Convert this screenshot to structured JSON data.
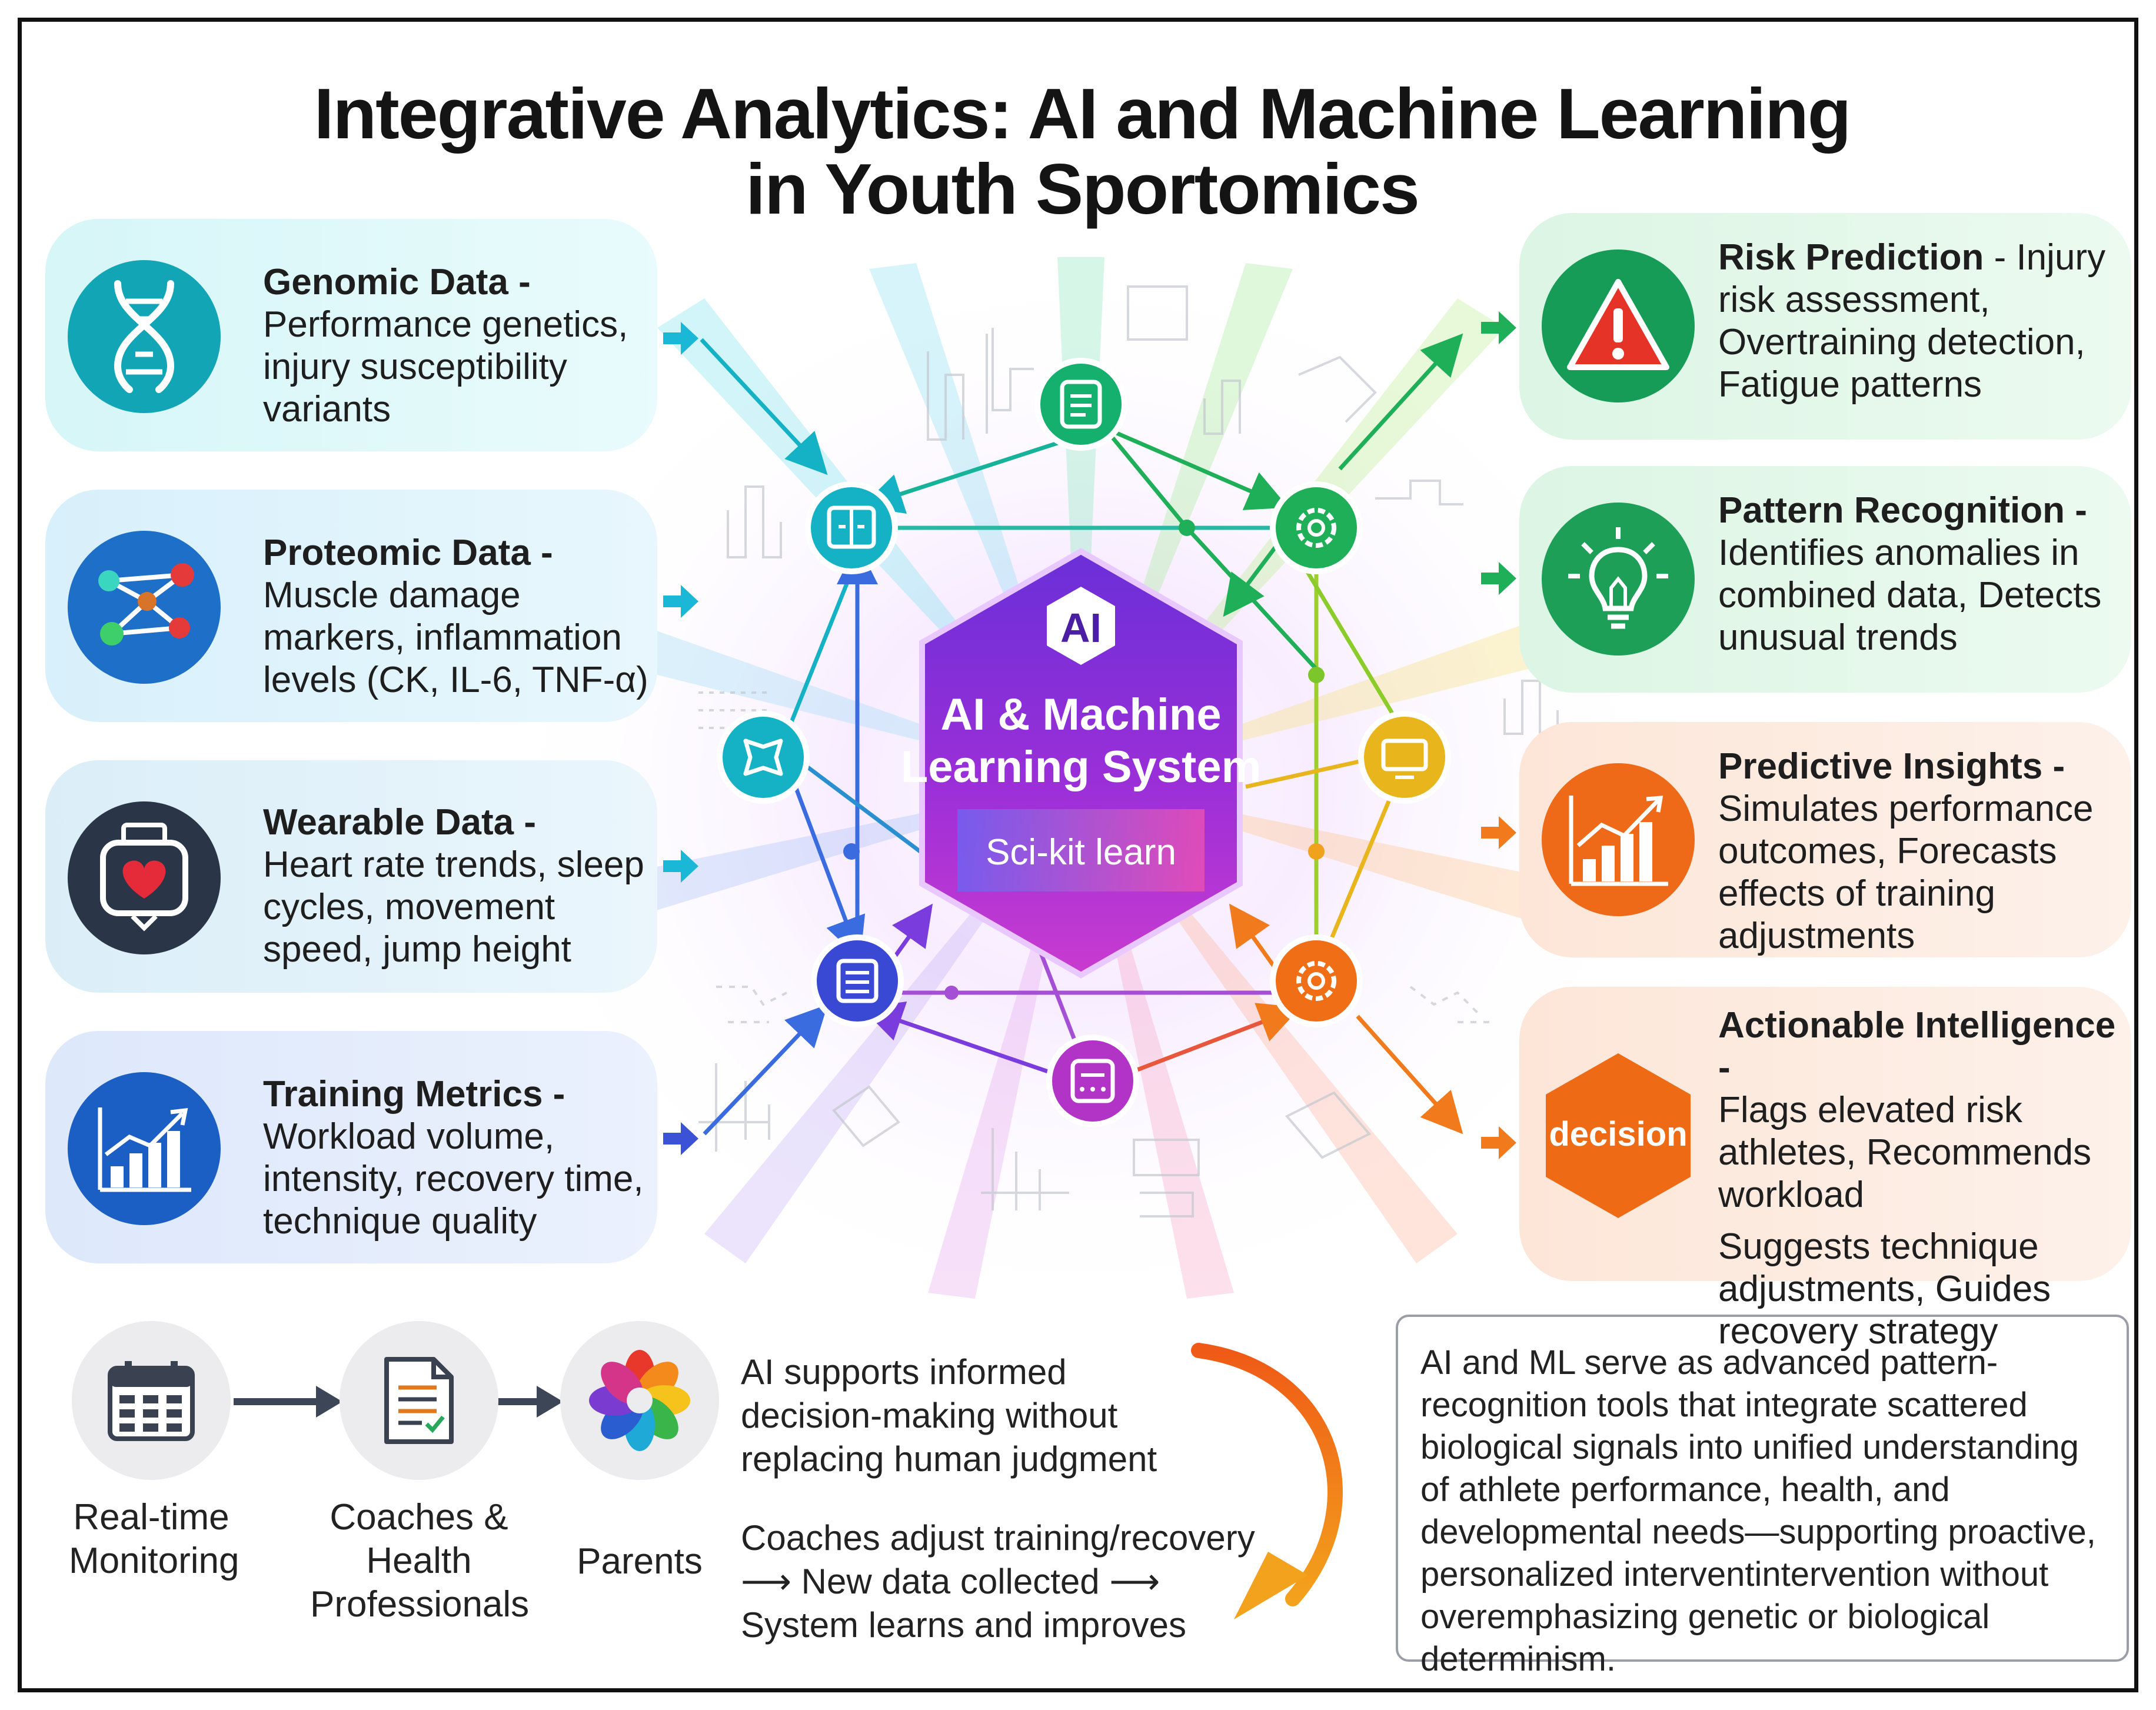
{
  "title": {
    "line1": "Integrative Analytics: AI and Machine Learning",
    "line2": "in Youth Sportomics"
  },
  "inputs": [
    {
      "title": "Genomic Data -",
      "desc": "Performance genetics, injury susceptibility variants",
      "icon": "dna-icon",
      "color": "#1aa3b8"
    },
    {
      "title": "Proteomic Data -",
      "desc": "Muscle damage markers, inflammation levels (CK, IL-6, TNF-α)",
      "icon": "molecule-network-icon",
      "color": "#1f74c9"
    },
    {
      "title": "Wearable Data -",
      "desc": "Heart rate trends, sleep cycles, movement speed, jump height",
      "icon": "smartwatch-heart-icon",
      "color": "#2d3a4d"
    },
    {
      "title": "Training Metrics -",
      "desc": "Workload volume, intensity, recovery time, technique quality",
      "icon": "bar-chart-icon",
      "color": "#1c5fc4"
    }
  ],
  "center": {
    "badge": "AI",
    "title_line1": "AI & Machine",
    "title_line2": "Learning System",
    "library": "Sci-kit learn"
  },
  "outputs": [
    {
      "title": "Risk Prediction",
      "desc": " - Injury risk assessment, Overtraining detection, Fatigue patterns",
      "icon": "warning-icon",
      "color": "#18a05a"
    },
    {
      "title": "Pattern Recognition -",
      "desc": "Identifies anomalies in combined data, Detects unusual trends",
      "icon": "lightbulb-icon",
      "color": "#1ea35c"
    },
    {
      "title": "Predictive Insights -",
      "desc": "Simulates performance outcomes, Forecasts effects of training adjustments",
      "icon": "growth-chart-icon",
      "color": "#ef6a1a"
    },
    {
      "title": "Actionable Intelligence -",
      "desc": "Flags elevated risk athletes, Recommends workload",
      "desc2": "Suggests technique adjustments, Guides recovery strategy",
      "icon": "decision-hexagon-icon",
      "icon_text": "decision",
      "color": "#f06b14"
    }
  ],
  "flow": [
    {
      "label": "Real-time Monitoring",
      "icon": "calendar-icon"
    },
    {
      "label": "Coaches & Health Professionals",
      "icon": "document-checklist-icon"
    },
    {
      "label": "Parents",
      "icon": "color-wheel-icon"
    }
  ],
  "note1": "AI supports informed decision-making without replacing human judgment",
  "note2": "Coaches adjust training/recovery ⟶ New data collected ⟶ System learns and improves",
  "summary": "AI and ML serve as advanced pattern-recognition tools that integrate scattered biological signals into unified understanding of athlete performance, health, and developmental needs—supporting proactive, personalized interventintervention without overemphasizing genetic or biological determinism.",
  "colors": {
    "teal": "#12b3c6",
    "blue": "#2763d8",
    "green": "#1fae5b",
    "orange": "#f07a1c",
    "purple": "#7b2fd6",
    "magenta": "#c532c9",
    "yellow": "#e8b51c"
  }
}
